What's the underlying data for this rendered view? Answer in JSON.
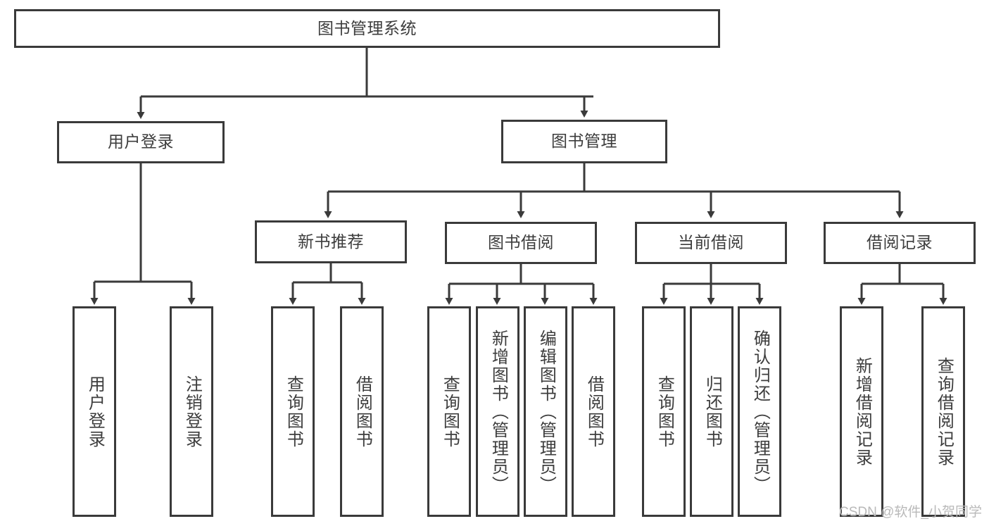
{
  "diagram": {
    "title": "图书管理系统",
    "type": "functional-structure-tree",
    "watermark": "CSDN @软件_小贺同学",
    "colors": {
      "border": "#3a3a3a",
      "text": "#3d3d3d",
      "background": "#ffffff",
      "watermark": "#b9b9b9"
    },
    "root": {
      "label": "图书管理系统"
    },
    "level2": [
      {
        "label": "用户登录"
      },
      {
        "label": "图书管理"
      }
    ],
    "level3": [
      {
        "label": "新书推荐"
      },
      {
        "label": "图书借阅"
      },
      {
        "label": "当前借阅"
      },
      {
        "label": "借阅记录"
      }
    ],
    "leaves": {
      "user_login": [
        {
          "label": "用户登录"
        },
        {
          "label": "注销登录"
        }
      ],
      "new_book_recommend": [
        {
          "label": "查询图书"
        },
        {
          "label": "借阅图书"
        }
      ],
      "book_borrow": [
        {
          "label": "查询图书"
        },
        {
          "label": "新增图书（管理员）"
        },
        {
          "label": "编辑图书（管理员）"
        },
        {
          "label": "借阅图书"
        }
      ],
      "current_borrow": [
        {
          "label": "查询图书"
        },
        {
          "label": "归还图书"
        },
        {
          "label": "确认归还（管理员）"
        }
      ],
      "borrow_record": [
        {
          "label": "新增借阅记录"
        },
        {
          "label": "查询借阅记录"
        }
      ]
    }
  }
}
